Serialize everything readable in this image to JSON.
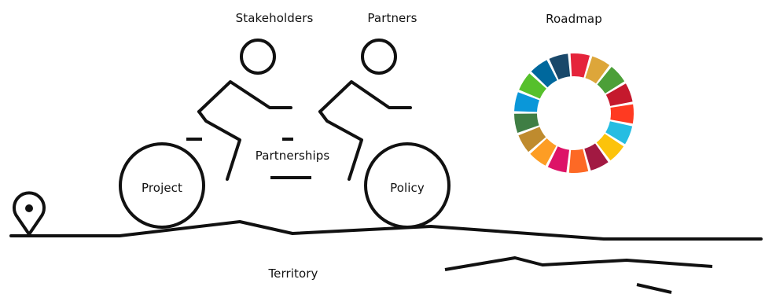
{
  "labels": {
    "stakeholders": "Stakeholders",
    "partners": "Partners",
    "roadmap": "Roadmap",
    "partnerships": "Partnerships",
    "project": "Project",
    "policy": "Policy",
    "territory": "Territory"
  },
  "colors": {
    "ink": "#111111",
    "pin_dot": "#111111",
    "sdg_wheel": [
      "#E5243B",
      "#DDA63A",
      "#4C9F38",
      "#C5192D",
      "#FF3A21",
      "#26BDE2",
      "#FCC30B",
      "#A21942",
      "#FD6925",
      "#DD1367",
      "#FD9D24",
      "#BF8B2E",
      "#3F7E44",
      "#0A97D9",
      "#56C02B",
      "#00689D",
      "#19486A"
    ]
  },
  "icons": {
    "location": "map-pin-icon",
    "cyclists": "tandem-bicycle-illustration",
    "goals_wheel": "sdg-color-wheel-icon"
  }
}
